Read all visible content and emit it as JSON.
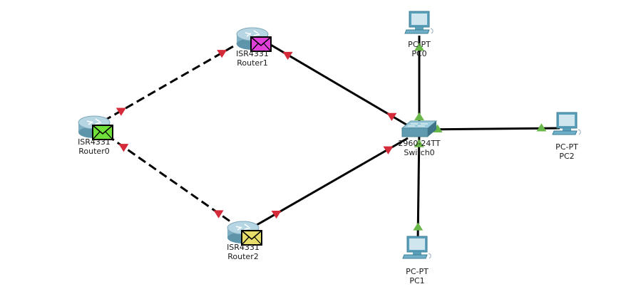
{
  "devices": [
    {
      "id": "router0",
      "kind": "router",
      "model": "ISR4331",
      "name": "Router0",
      "envelope": "#6fe03a"
    },
    {
      "id": "router1",
      "kind": "router",
      "model": "ISR4331",
      "name": "Router1",
      "envelope": "#e040d8"
    },
    {
      "id": "router2",
      "kind": "router",
      "model": "ISR4331",
      "name": "Router2",
      "envelope": "#e6dc6a"
    },
    {
      "id": "switch0",
      "kind": "switch",
      "model": "2960-24TT",
      "name": "Switch0"
    },
    {
      "id": "pc0",
      "kind": "pc",
      "model": "PC-PT",
      "name": "PC0"
    },
    {
      "id": "pc1",
      "kind": "pc",
      "model": "PC-PT",
      "name": "PC1"
    },
    {
      "id": "pc2",
      "kind": "pc",
      "model": "PC-PT",
      "name": "PC2"
    }
  ],
  "links": [
    {
      "from": "router0",
      "to": "router1",
      "style": "dashed",
      "status": "down"
    },
    {
      "from": "router0",
      "to": "router2",
      "style": "dashed",
      "status": "down"
    },
    {
      "from": "router1",
      "to": "switch0",
      "style": "solid",
      "status": "down"
    },
    {
      "from": "router2",
      "to": "switch0",
      "style": "solid",
      "status": "down"
    },
    {
      "from": "switch0",
      "to": "pc0",
      "style": "solid",
      "status": "up"
    },
    {
      "from": "switch0",
      "to": "pc1",
      "style": "solid",
      "status": "up"
    },
    {
      "from": "switch0",
      "to": "pc2",
      "style": "solid",
      "status": "up"
    }
  ],
  "status_colors": {
    "up": "#6ab84a",
    "down": "#d42a3a"
  }
}
